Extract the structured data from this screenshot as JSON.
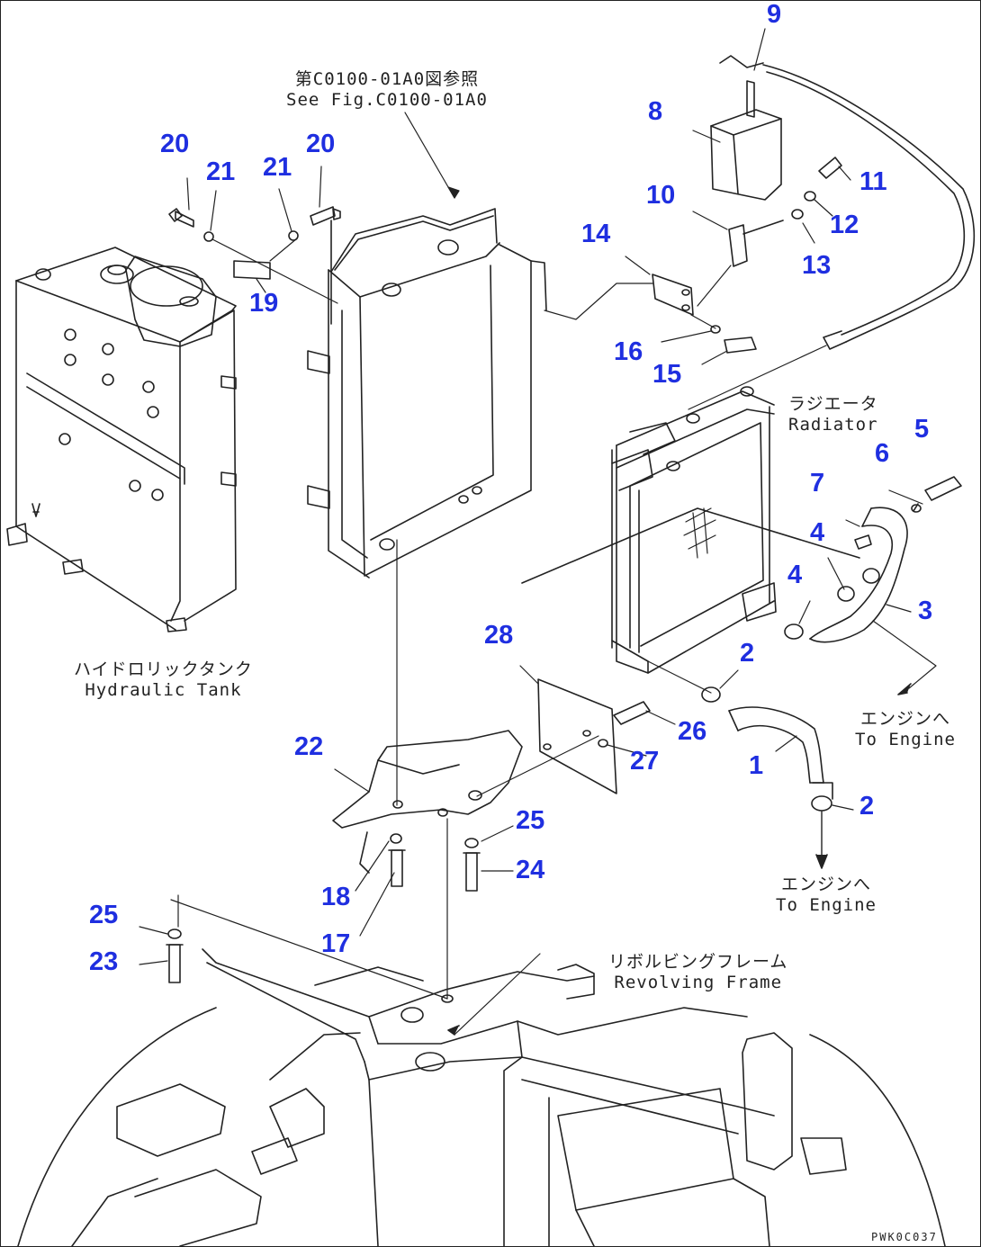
{
  "diagram": {
    "code": "PWK0C037",
    "notes": {
      "see_fig": {
        "jp": "第C0100-01A0図参照",
        "en": "See Fig.C0100-01A0"
      },
      "hydraulic_tank": {
        "jp": "ハイドロリックタンク",
        "en": "Hydraulic Tank"
      },
      "radiator": {
        "jp": "ラジエータ",
        "en": "Radiator"
      },
      "to_engine_upper": {
        "jp": "エンジンへ",
        "en": "To Engine"
      },
      "to_engine_lower": {
        "jp": "エンジンへ",
        "en": "To Engine"
      },
      "revolving_frame": {
        "jp": "リボルビングフレーム",
        "en": "Revolving Frame"
      }
    },
    "labels": {
      "p1": "1",
      "p2a": "2",
      "p2b": "2",
      "p3": "3",
      "p4a": "4",
      "p4b": "4",
      "p5": "5",
      "p6": "6",
      "p7": "7",
      "p8": "8",
      "p9": "9",
      "p10": "10",
      "p11": "11",
      "p12": "12",
      "p13": "13",
      "p14": "14",
      "p15": "15",
      "p16": "16",
      "p17": "17",
      "p18": "18",
      "p19": "19",
      "p20a": "20",
      "p20b": "20",
      "p21a": "21",
      "p21b": "21",
      "p22": "22",
      "p23": "23",
      "p24": "24",
      "p25a": "25",
      "p25b": "25",
      "p26": "26",
      "p27": "27",
      "p28": "28"
    },
    "colors": {
      "label": "#1f2fe0",
      "line": "#222222"
    }
  }
}
